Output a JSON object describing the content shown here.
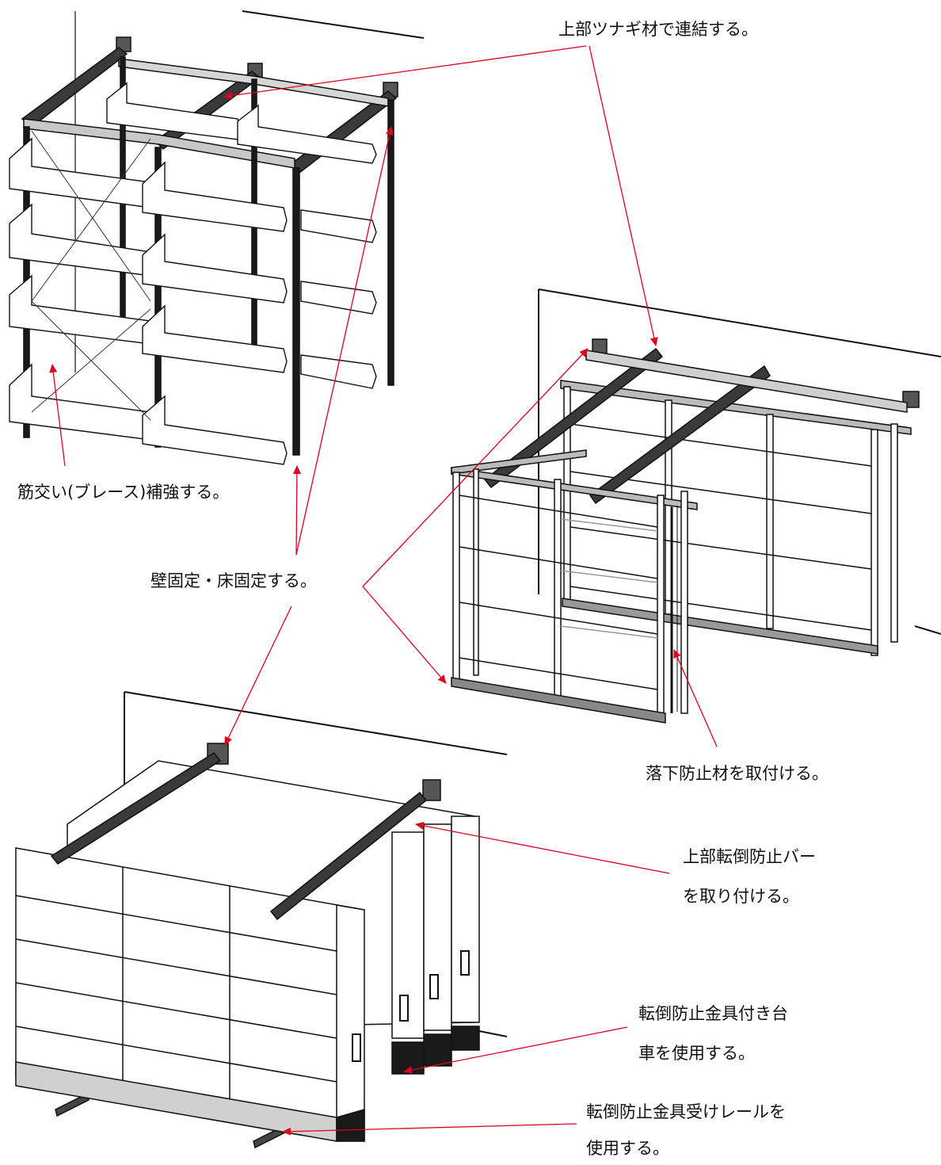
{
  "labels": {
    "top_tie": "上部ツナギ材で連結する。",
    "brace": "筋交い(ブレース)補強する。",
    "wall_floor": "壁固定・床固定する。",
    "fall_prevention": "落下防止材を取付ける。",
    "top_bar_1": "上部転倒防止バー",
    "top_bar_2": "を取り付ける。",
    "cart_1": "転倒防止金具付き台",
    "cart_2": "車を使用する。",
    "rail_1": "転倒防止金具受けレールを",
    "rail_2": "使用する。"
  },
  "colors": {
    "arrow": "#e0001b",
    "line": "#111111",
    "bar": "#3a3a3a",
    "wall_plate": "#555555"
  },
  "icons": {
    "pointer": "red-arrow-icon"
  }
}
